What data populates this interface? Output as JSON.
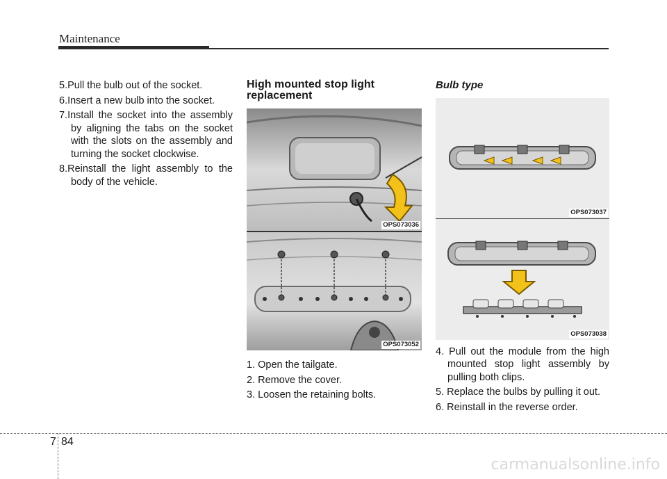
{
  "header": {
    "title": "Maintenance"
  },
  "column1": {
    "steps": [
      "5.Pull the bulb out of the socket.",
      "6.Insert a new bulb into the socket.",
      "7.Install the socket into the assembly by aligning the tabs on the socket with the slots on the assembly and turning the socket clockwise.",
      "8.Reinstall the light assembly to the body of the vehicle."
    ]
  },
  "column2": {
    "title": "High mounted stop light replacement",
    "figures": [
      {
        "label": "OPS073036"
      },
      {
        "label": "OPS073052"
      }
    ],
    "steps": [
      "1. Open the tailgate.",
      "2. Remove the cover.",
      "3. Loosen the retaining bolts."
    ]
  },
  "column3": {
    "title": "Bulb type",
    "figures": [
      {
        "label": "OPS073037"
      },
      {
        "label": "OPS073038"
      }
    ],
    "steps": [
      "4. Pull out the module from the high mounted stop light assembly by pulling both clips.",
      "5. Replace the bulbs by pulling it out.",
      "6. Reinstall in the reverse order."
    ]
  },
  "footer": {
    "chapter": "7",
    "page": "84",
    "watermark": "carmanualsonline.info"
  },
  "colors": {
    "arrow": "#f2c21b",
    "arrow_stroke": "#7a5a00",
    "rule": "#2b2b2b"
  }
}
